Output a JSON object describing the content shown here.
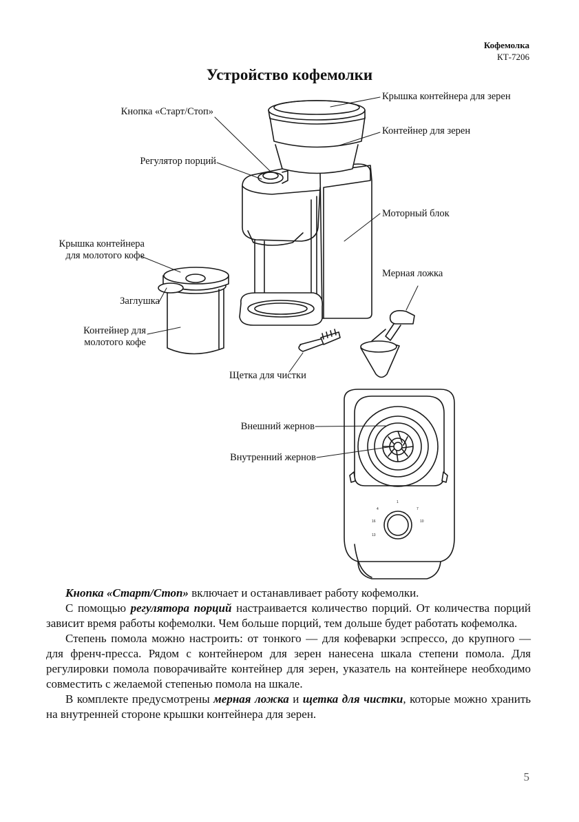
{
  "header": {
    "product": "Кофемолка",
    "model": "КТ-7206"
  },
  "title": "Устройство кофемолки",
  "labels": {
    "start_stop": "Кнопка «Старт/Стоп»",
    "portion": "Регулятор порций",
    "lid_ground_1": "Крышка контейнера",
    "lid_ground_2": "для молотого кофе",
    "plug": "Заглушка",
    "cont_ground_1": "Контейнер для",
    "cont_ground_2": "молотого кофе",
    "lid_beans": "Крышка контейнера для зерен",
    "cont_beans": "Контейнер для зерен",
    "motor": "Моторный блок",
    "spoon": "Мерная ложка",
    "brush": "Щетка для чистки",
    "outer_burr": "Внешний жернов",
    "inner_burr": "Внутренний жернов"
  },
  "dial_marks": {
    "m1": "1",
    "m4": "4",
    "m7": "7",
    "m10": "10",
    "m13": "13",
    "m16": "16"
  },
  "text": {
    "p1_em": "Кнопка «Старт/Стоп»",
    "p1_rest": " включает и останавливает работу кофемолки.",
    "p2_a": "С помощью ",
    "p2_em": "регулятора порций",
    "p2_b": " настраивается количество порций. От количества порций зависит время работы кофемолки. Чем больше порций, тем дольше будет работать кофемолка.",
    "p3": "Степень помола можно настроить: от тонкого — для кофеварки эспрессо, до крупного — для френч-пресса. Рядом с контейнером для зерен нанесена шкала степени помола. Для регулировки помола поворачивайте контейнер для зерен, указатель на контейнере необходимо совместить с желаемой степенью помола на шкале.",
    "p4_a": "В комплекте предусмотрены ",
    "p4_em1": "мерная ложка",
    "p4_b": " и ",
    "p4_em2": "щетка для чистки",
    "p4_c": ", которые можно хранить на внутренней стороне крышки контейнера для зерен."
  },
  "page_number": "5"
}
